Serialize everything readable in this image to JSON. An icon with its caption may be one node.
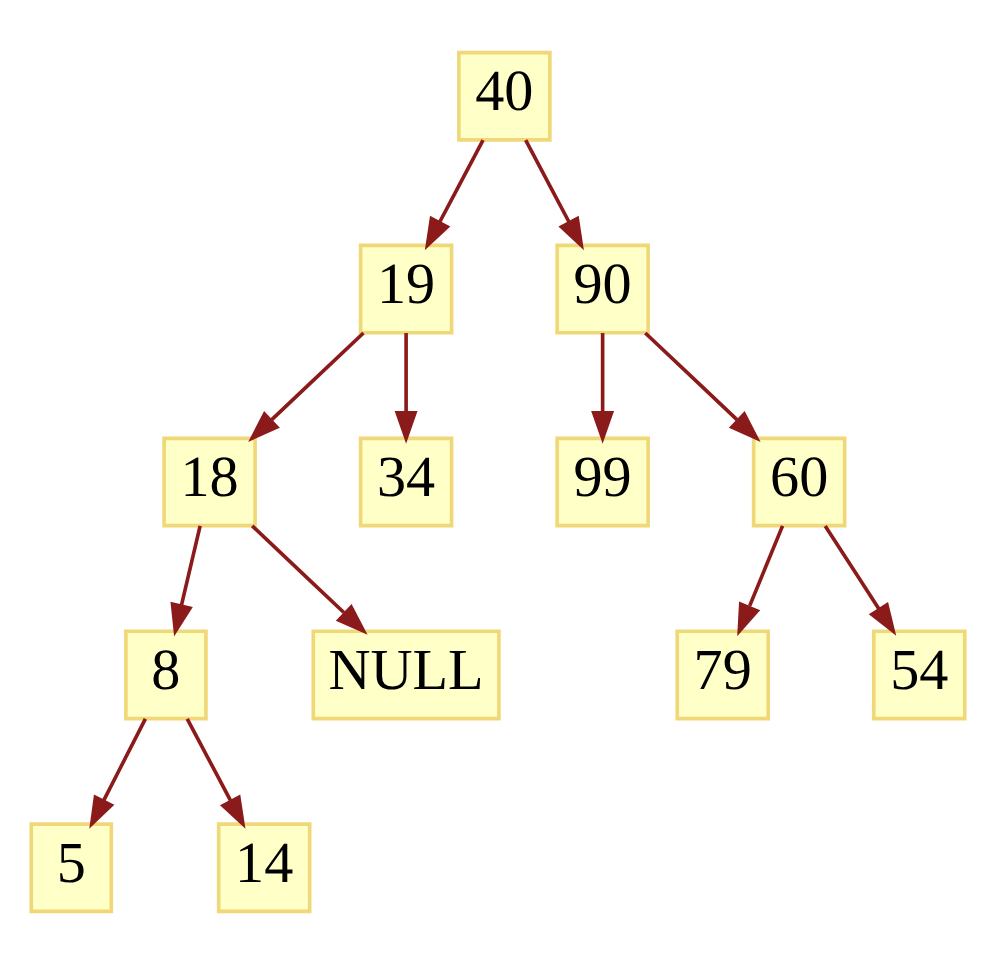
{
  "diagram": {
    "nodes": [
      {
        "text": [
          "40"
        ]
      },
      {
        "text": [
          "19"
        ]
      },
      {
        "text": [
          "18"
        ]
      },
      {
        "text": [
          "8"
        ]
      },
      {
        "text": [
          "5"
        ]
      },
      {
        "text": [
          "14"
        ]
      },
      {
        "text": [
          "NULL"
        ]
      },
      {
        "text": [
          "34"
        ]
      },
      {
        "text": [
          "90"
        ]
      },
      {
        "text": [
          "99"
        ]
      },
      {
        "text": [
          "60"
        ]
      },
      {
        "text": [
          "79"
        ]
      },
      {
        "text": [
          "54"
        ]
      }
    ],
    "edges": [
      {
        "from": 0,
        "to": 1,
        "arrow": "to"
      },
      {
        "from": 0,
        "to": 8,
        "arrow": "to"
      },
      {
        "from": 1,
        "to": 2,
        "arrow": "to"
      },
      {
        "from": 1,
        "to": 7,
        "arrow": "to"
      },
      {
        "from": 2,
        "to": 3,
        "arrow": "to"
      },
      {
        "from": 2,
        "to": 6,
        "arrow": "to"
      },
      {
        "from": 3,
        "to": 4,
        "arrow": "to"
      },
      {
        "from": 3,
        "to": 5,
        "arrow": "to"
      },
      {
        "from": 8,
        "to": 9,
        "arrow": "to"
      },
      {
        "from": 8,
        "to": 10,
        "arrow": "to"
      },
      {
        "from": 10,
        "to": 11,
        "arrow": "to"
      },
      {
        "from": 10,
        "to": 12,
        "arrow": "to"
      }
    ]
  }
}
